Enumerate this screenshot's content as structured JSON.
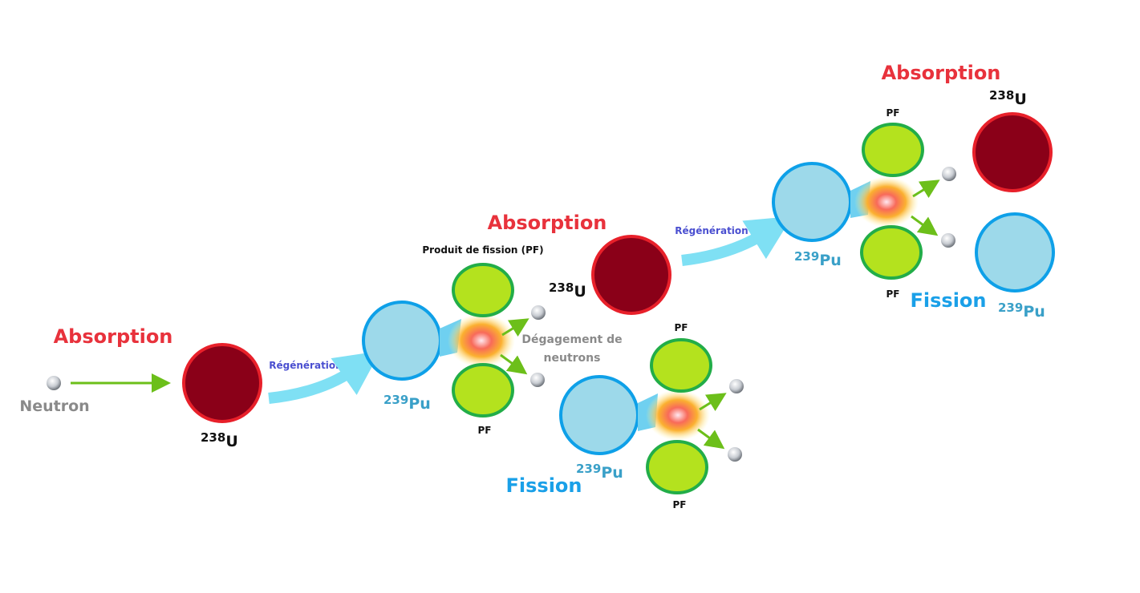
{
  "labels": {
    "absorption": "Absorption",
    "fission": "Fission",
    "regeneration": "Régénération",
    "neutron": "Neutron",
    "fission_product": "Produit de fission (PF)",
    "pf": "PF",
    "neutron_release_line1": "Dégagement de",
    "neutron_release_line2": "neutrons"
  },
  "isotopes": {
    "u238_mass": "238",
    "u238_symbol": "U",
    "pu239_mass": "239",
    "pu239_symbol": "Pu"
  },
  "colors": {
    "uranium_fill": "#8a0018",
    "uranium_stroke": "#e8202a",
    "plutonium_fill": "#9dd9ea",
    "plutonium_stroke": "#0ea0e8",
    "fission_product_fill": "#b4e21e",
    "fission_product_stroke": "#22ad48",
    "absorption_text": "#e8323c",
    "fission_text": "#1aa0e8"
  }
}
